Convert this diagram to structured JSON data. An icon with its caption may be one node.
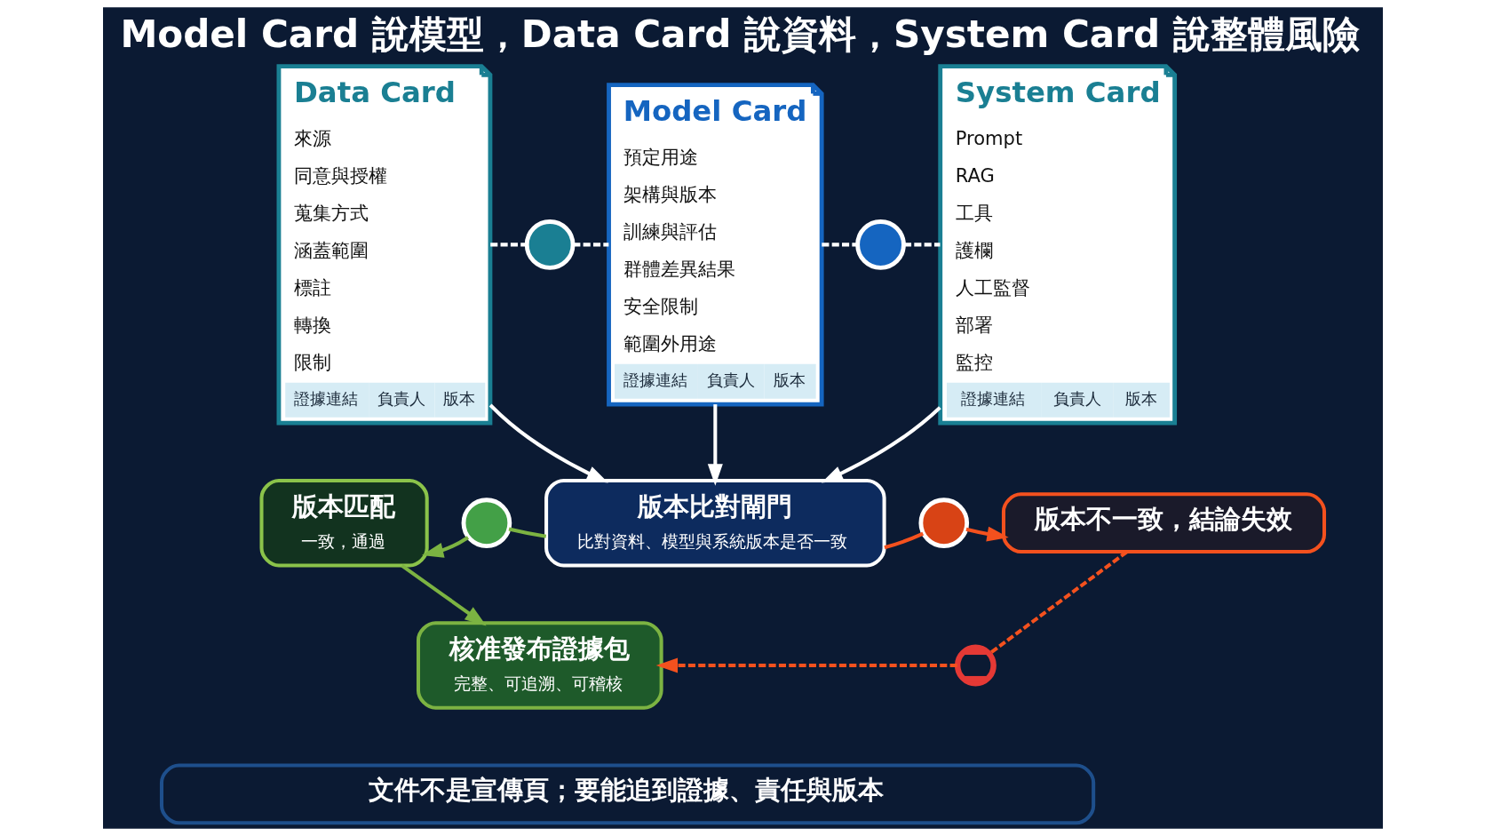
{
  "diagram": {
    "title": "Model Card 說模型，Data Card 說資料，System Card 說整體風險",
    "nodes": [
      {
        "text": [
          "Data Card",
          "來源",
          "同意與授權",
          "蒐集方式",
          "涵蓋範圍",
          "標註",
          "轉換",
          "限制",
          "證據連結",
          "負責人",
          "版本"
        ]
      },
      {
        "text": [],
        "shape": "circle"
      },
      {
        "text": [
          "Model Card",
          "預定用途",
          "架構與版本",
          "訓練與評估",
          "群體差異結果",
          "安全限制",
          "範圍外用途",
          "證據連結",
          "負責人",
          "版本"
        ]
      },
      {
        "text": [],
        "shape": "circle"
      },
      {
        "text": [
          "System Card",
          "Prompt",
          "RAG",
          "工具",
          "護欄",
          "人工監督",
          "部署",
          "監控",
          "證據連結",
          "負責人",
          "版本"
        ]
      },
      {
        "text": [
          "版本比對閘門",
          "比對資料、模型與系統版本是否一致"
        ]
      },
      {
        "text": [
          "版本匹配",
          "一致，通過"
        ]
      },
      {
        "text": [],
        "shape": "circle"
      },
      {
        "text": [],
        "shape": "circle"
      },
      {
        "text": [
          "版本不一致，結論失效"
        ]
      },
      {
        "text": [
          "核准發布證據包",
          "完整、可追溯、可稽核"
        ]
      },
      {
        "text": [],
        "shape": "cross"
      },
      {
        "text": [
          "文件不是宣傳頁；要能追到證據、責任與版本"
        ]
      }
    ],
    "edges": [
      {
        "from": 0,
        "to": 1,
        "arrow": "none",
        "style": "dashed"
      },
      {
        "from": 1,
        "to": 2,
        "arrow": "none",
        "style": "dashed"
      },
      {
        "from": 2,
        "to": 3,
        "arrow": "none",
        "style": "dashed"
      },
      {
        "from": 3,
        "to": 4,
        "arrow": "none",
        "style": "dashed"
      },
      {
        "from": 0,
        "to": 5,
        "arrow": "to"
      },
      {
        "from": 2,
        "to": 5,
        "arrow": "to"
      },
      {
        "from": 4,
        "to": 5,
        "arrow": "to"
      },
      {
        "from": 5,
        "to": 7,
        "arrow": "none",
        "color": "#7cb342"
      },
      {
        "from": 7,
        "to": 6,
        "arrow": "to",
        "color": "#7cb342"
      },
      {
        "from": 5,
        "to": 8,
        "arrow": "none",
        "color": "#f4511e"
      },
      {
        "from": 8,
        "to": 9,
        "arrow": "to",
        "color": "#f4511e"
      },
      {
        "from": 6,
        "to": 10,
        "arrow": "to",
        "color": "#7cb342"
      },
      {
        "from": 9,
        "to": 11,
        "arrow": "none",
        "style": "dashed",
        "color": "#f4511e"
      },
      {
        "from": 11,
        "to": 10,
        "arrow": "to",
        "style": "dashed",
        "color": "#f4511e"
      }
    ]
  }
}
